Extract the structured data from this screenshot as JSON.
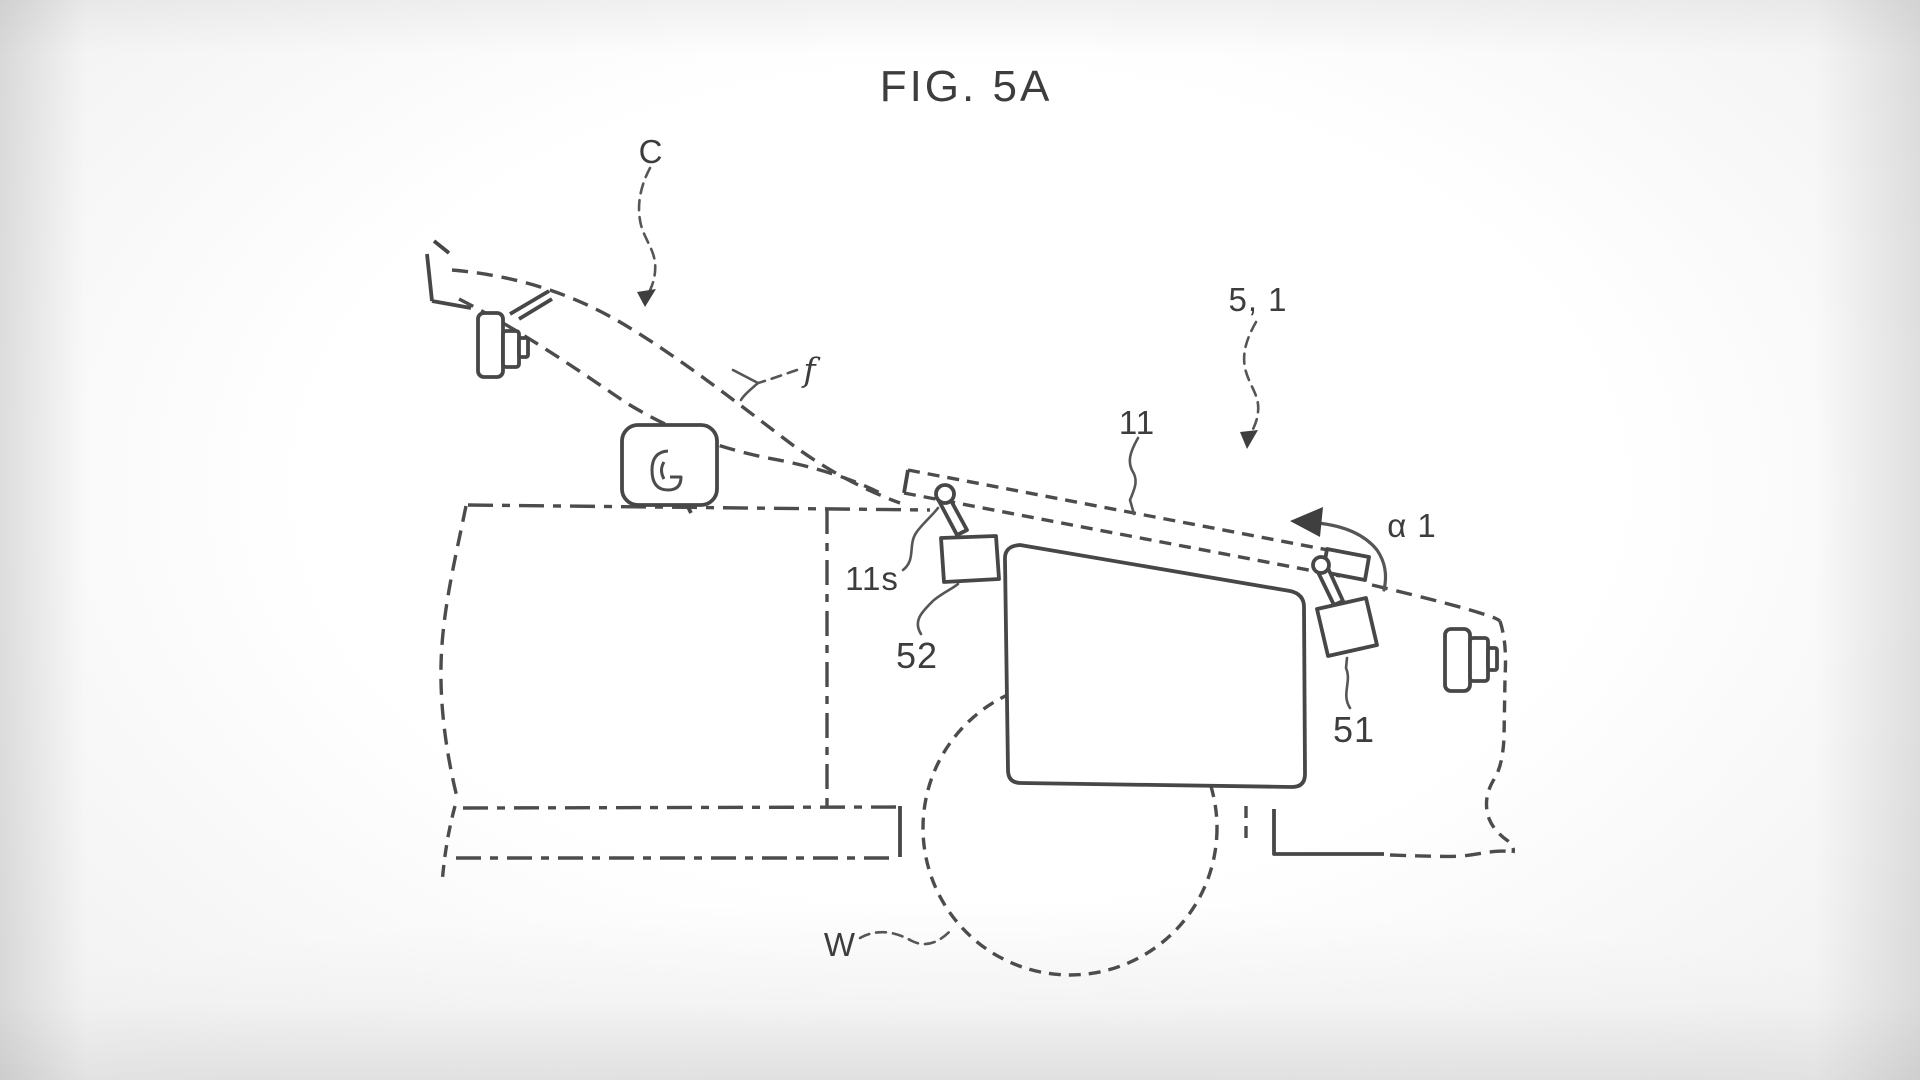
{
  "figure": {
    "title": "FIG. 5A",
    "labels": {
      "c": "C",
      "f": "f",
      "part_5_1": "5, 1",
      "part_11": "11",
      "part_11s": "11s",
      "part_52": "52",
      "part_51": "51",
      "angle_alpha_1": "α 1",
      "wheel_w": "W"
    }
  }
}
